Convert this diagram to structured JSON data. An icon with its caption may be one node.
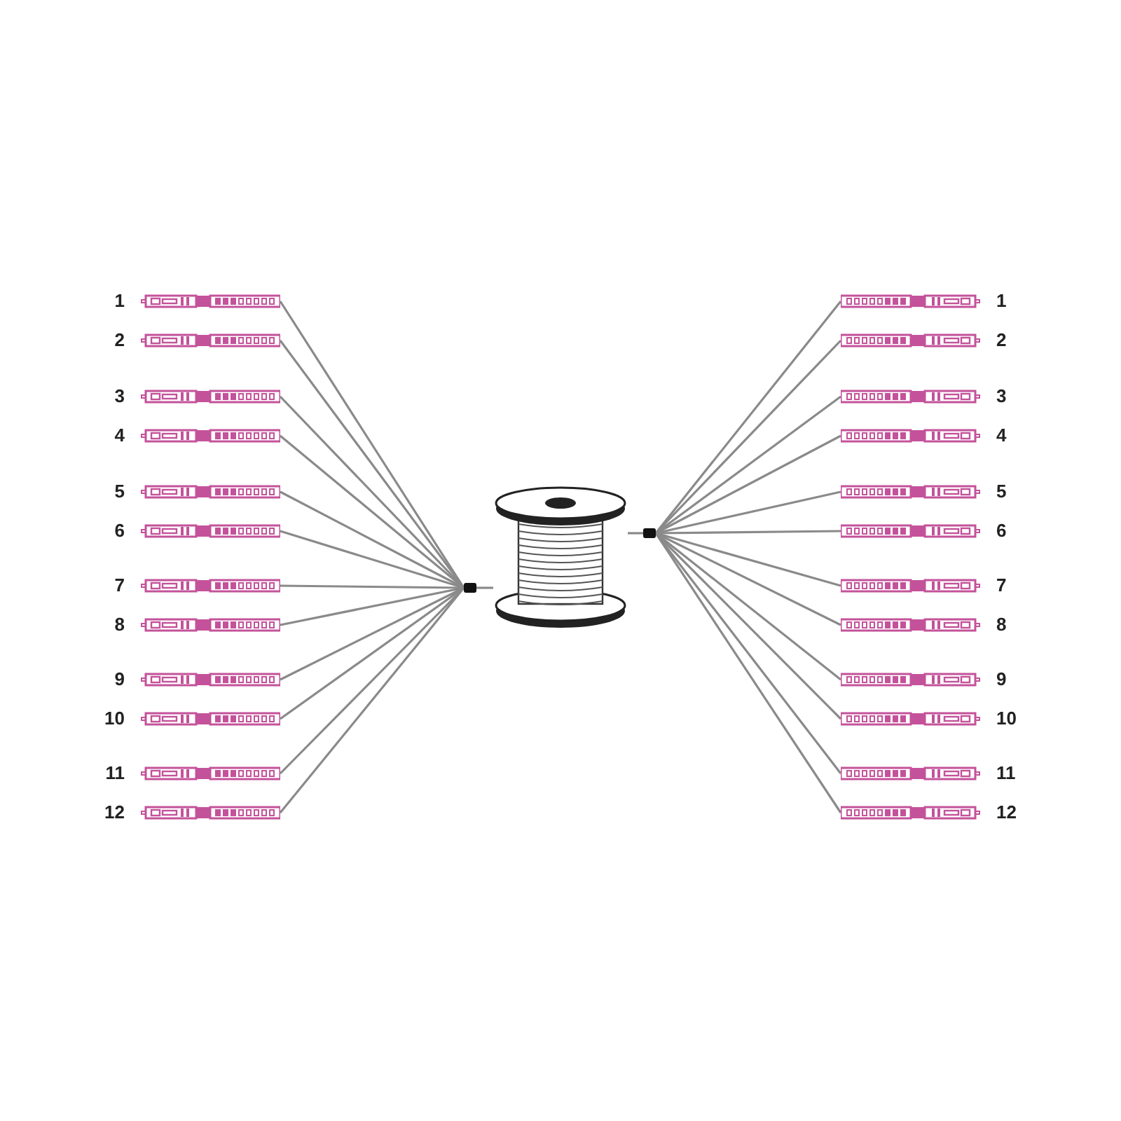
{
  "diagram": {
    "nodes": [
      {
        "text": [],
        "shape": "picture",
        "beside": [
          "1"
        ]
      },
      {
        "text": [],
        "shape": "picture",
        "beside": [
          "2"
        ]
      },
      {
        "text": [],
        "shape": "picture",
        "beside": [
          "3"
        ]
      },
      {
        "text": [],
        "shape": "picture",
        "beside": [
          "4"
        ]
      },
      {
        "text": [],
        "shape": "picture",
        "beside": [
          "5"
        ]
      },
      {
        "text": [],
        "shape": "picture",
        "beside": [
          "6"
        ]
      },
      {
        "text": [],
        "shape": "picture",
        "beside": [
          "7"
        ]
      },
      {
        "text": [],
        "shape": "picture",
        "beside": [
          "8"
        ]
      },
      {
        "text": [],
        "shape": "picture",
        "beside": [
          "9"
        ]
      },
      {
        "text": [],
        "shape": "picture",
        "beside": [
          "10"
        ]
      },
      {
        "text": [],
        "shape": "picture",
        "beside": [
          "11"
        ]
      },
      {
        "text": [],
        "shape": "picture",
        "beside": [
          "12"
        ]
      },
      {
        "text": [],
        "shape": "box"
      },
      {
        "text": [],
        "shape": "picture"
      },
      {
        "text": [],
        "shape": "box"
      },
      {
        "text": [],
        "shape": "picture",
        "beside": [
          "1"
        ]
      },
      {
        "text": [],
        "shape": "picture",
        "beside": [
          "2"
        ]
      },
      {
        "text": [],
        "shape": "picture",
        "beside": [
          "3"
        ]
      },
      {
        "text": [],
        "shape": "picture",
        "beside": [
          "4"
        ]
      },
      {
        "text": [],
        "shape": "picture",
        "beside": [
          "5"
        ]
      },
      {
        "text": [],
        "shape": "picture",
        "beside": [
          "6"
        ]
      },
      {
        "text": [],
        "shape": "picture",
        "beside": [
          "7"
        ]
      },
      {
        "text": [],
        "shape": "picture",
        "beside": [
          "8"
        ]
      },
      {
        "text": [],
        "shape": "picture",
        "beside": [
          "9"
        ]
      },
      {
        "text": [],
        "shape": "picture",
        "beside": [
          "10"
        ]
      },
      {
        "text": [],
        "shape": "picture",
        "beside": [
          "11"
        ]
      },
      {
        "text": [],
        "shape": "picture",
        "beside": [
          "12"
        ]
      }
    ],
    "edges": [
      {
        "from": 0,
        "to": 12,
        "arrow": "none"
      },
      {
        "from": 1,
        "to": 12,
        "arrow": "none"
      },
      {
        "from": 2,
        "to": 12,
        "arrow": "none"
      },
      {
        "from": 3,
        "to": 12,
        "arrow": "none"
      },
      {
        "from": 4,
        "to": 12,
        "arrow": "none"
      },
      {
        "from": 5,
        "to": 12,
        "arrow": "none"
      },
      {
        "from": 6,
        "to": 12,
        "arrow": "none"
      },
      {
        "from": 7,
        "to": 12,
        "arrow": "none"
      },
      {
        "from": 8,
        "to": 12,
        "arrow": "none"
      },
      {
        "from": 9,
        "to": 12,
        "arrow": "none"
      },
      {
        "from": 10,
        "to": 12,
        "arrow": "none"
      },
      {
        "from": 11,
        "to": 12,
        "arrow": "none"
      },
      {
        "from": 12,
        "to": 13,
        "arrow": "none"
      },
      {
        "from": 13,
        "to": 14,
        "arrow": "none"
      },
      {
        "from": 14,
        "to": 15,
        "arrow": "none"
      },
      {
        "from": 14,
        "to": 16,
        "arrow": "none"
      },
      {
        "from": 14,
        "to": 17,
        "arrow": "none"
      },
      {
        "from": 14,
        "to": 18,
        "arrow": "none"
      },
      {
        "from": 14,
        "to": 19,
        "arrow": "none"
      },
      {
        "from": 14,
        "to": 20,
        "arrow": "none"
      },
      {
        "from": 14,
        "to": 21,
        "arrow": "none"
      },
      {
        "from": 14,
        "to": 22,
        "arrow": "none"
      },
      {
        "from": 14,
        "to": 23,
        "arrow": "none"
      },
      {
        "from": 14,
        "to": 24,
        "arrow": "none"
      },
      {
        "from": 14,
        "to": 25,
        "arrow": "none"
      },
      {
        "from": 14,
        "to": 26,
        "arrow": "none"
      }
    ]
  }
}
